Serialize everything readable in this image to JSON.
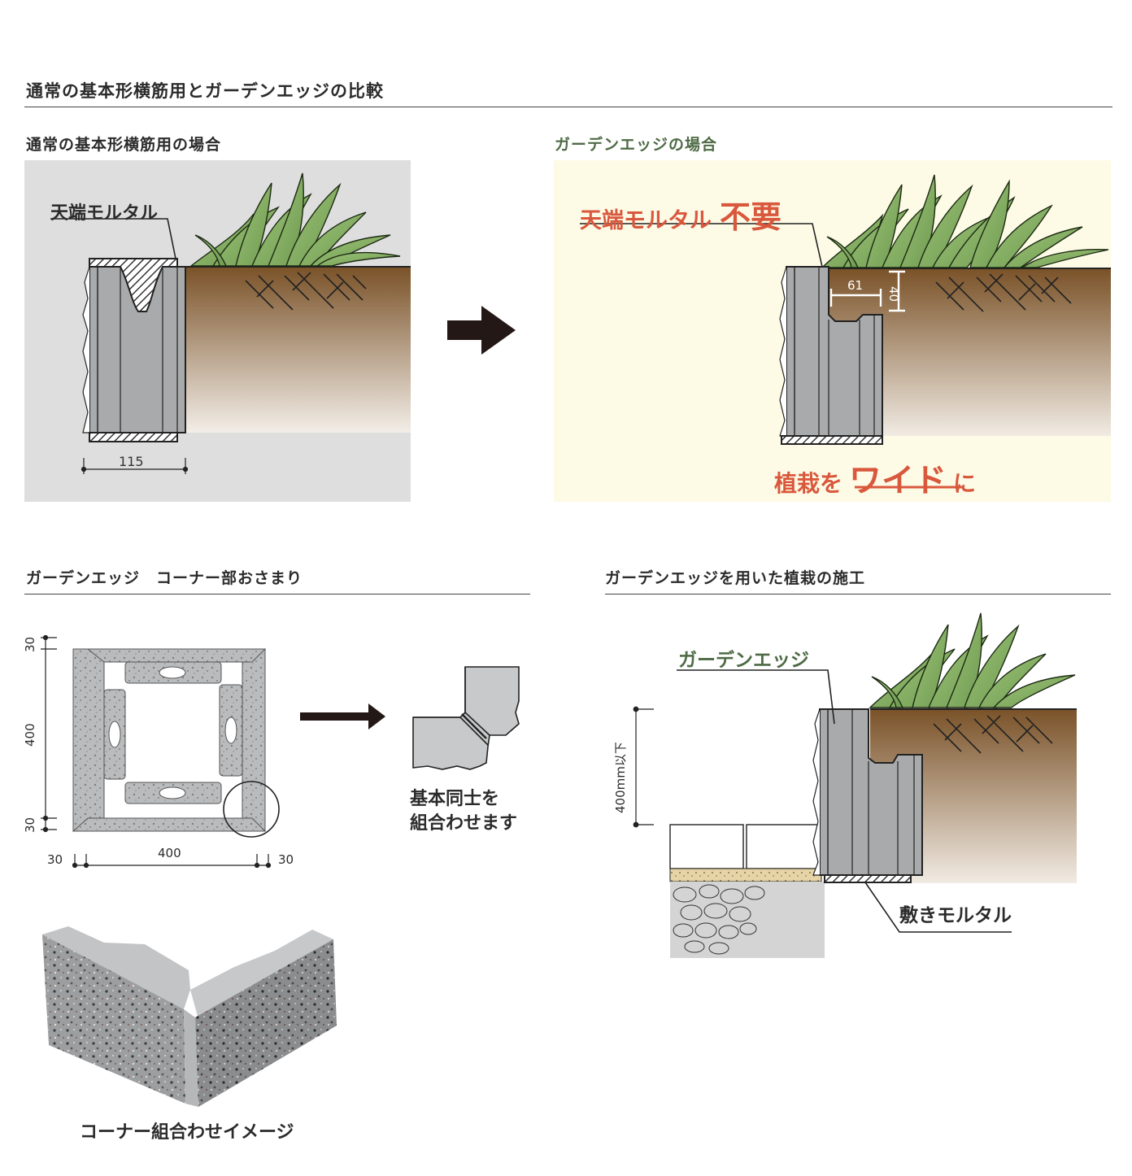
{
  "page": {
    "main_title": "通常の基本形横筋用とガーデンエッジの比較"
  },
  "panel_normal": {
    "title": "通常の基本形横筋用の場合",
    "label_mortar": "天端モルタル",
    "dim_width": "115"
  },
  "panel_garden": {
    "title": "ガーデンエッジの場合",
    "label_mortar": "天端モルタル",
    "label_unneeded": "不要",
    "dim_61": "61",
    "dim_40": "40",
    "slogan_prefix": "植栽を",
    "slogan_emph": "ワイド",
    "slogan_suffix": "に"
  },
  "corner_section": {
    "title": "ガーデンエッジ　コーナー部おさまり",
    "dim_top_30": "30",
    "dim_400_v": "400",
    "dim_bottom_30": "30",
    "dim_left_30": "30",
    "dim_400_h": "400",
    "dim_right_30": "30",
    "note_line1": "基本同士を",
    "note_line2": "組合わせます",
    "photo_caption": "コーナー組合わせイメージ"
  },
  "construction_section": {
    "title": "ガーデンエッジを用いた植栽の施工",
    "label_garden_edge": "ガーデンエッジ",
    "dim_height": "400mm以下",
    "label_base_mortar": "敷きモルタル"
  },
  "colors": {
    "soil_top": "#7a5228",
    "soil_bottom": "#f1ebe3",
    "block_gray": "#a9aaab",
    "plant_green": "#8db46a",
    "accent_red": "#d9583d",
    "accent_green": "#4e6b45",
    "panel_gray": "#dedede",
    "panel_cream": "#fdfbe6"
  }
}
